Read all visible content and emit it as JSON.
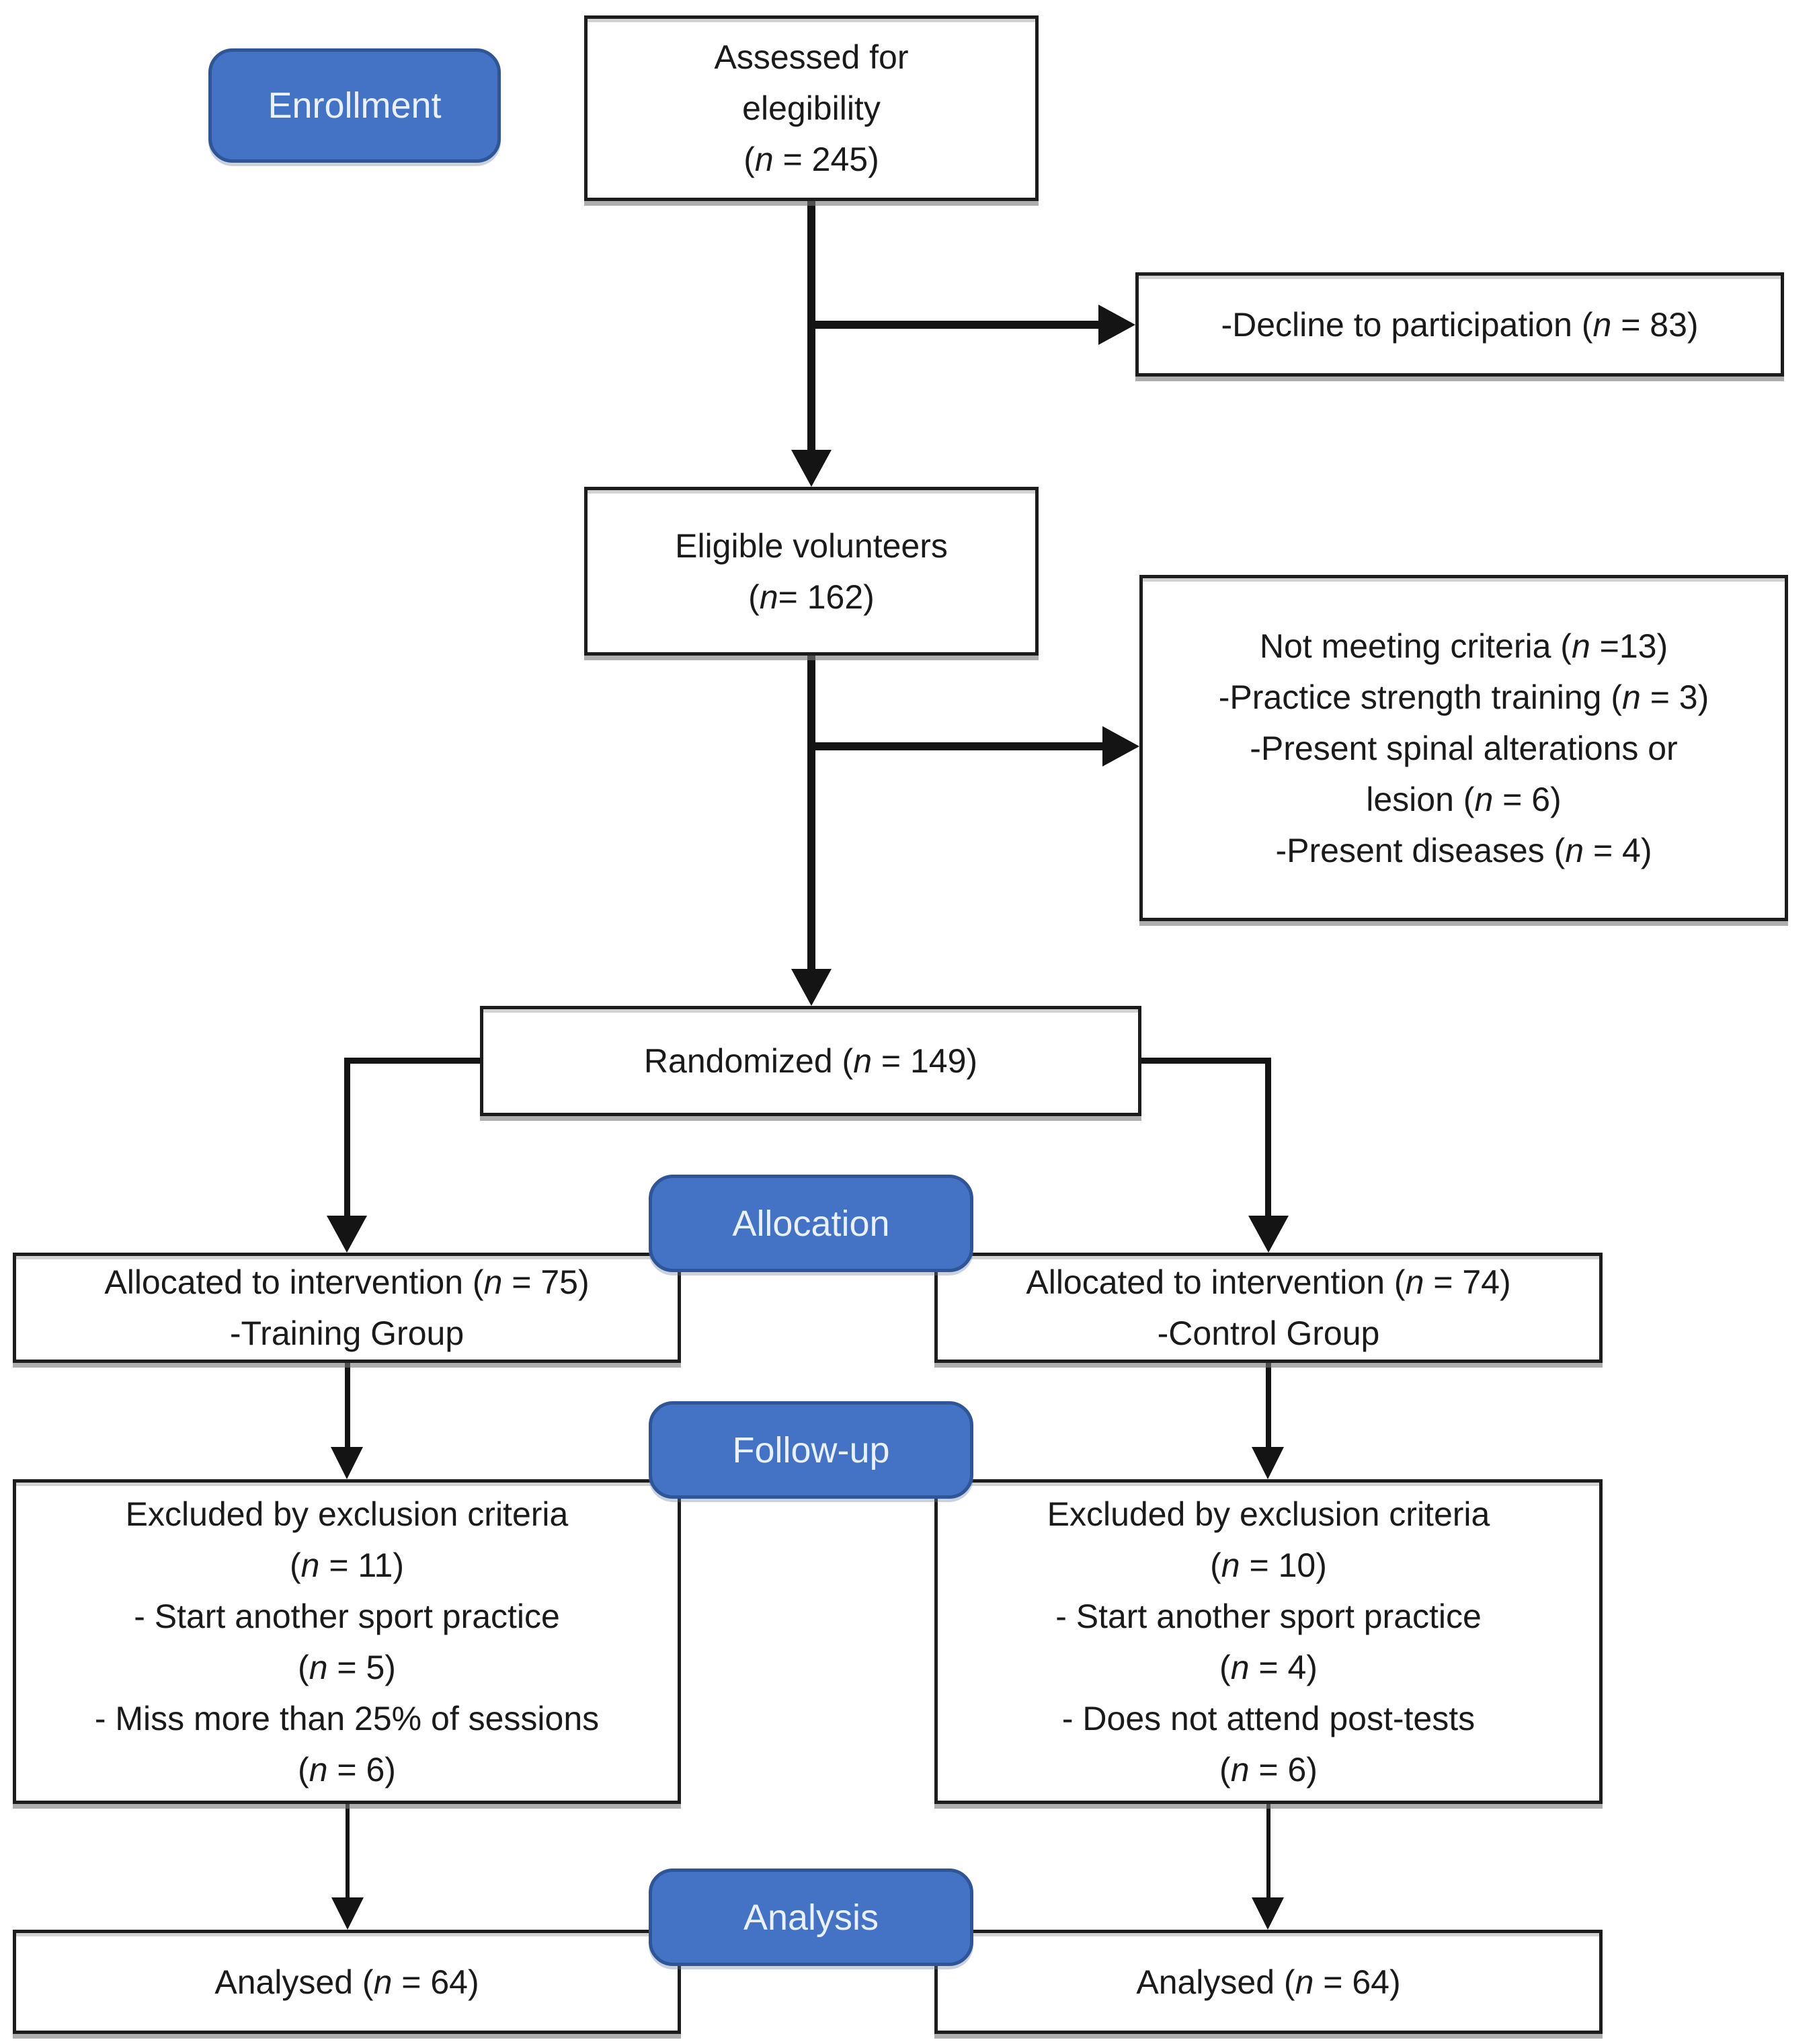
{
  "diagram": {
    "title_semantic": "CONSORT participant flow diagram",
    "colors": {
      "badge_fill": "#4472C4",
      "badge_border": "#2F5597",
      "badge_text": "#E8F1FD",
      "box_border": "#1C1C1C",
      "connector": "#141414",
      "background": "#FFFFFF"
    },
    "badges": {
      "enrollment": "Enrollment",
      "allocation": "Allocation",
      "followup": "Follow-up",
      "analysis": "Analysis"
    },
    "boxes": {
      "assessed": {
        "lines": [
          "Assessed for",
          "elegibility",
          "(n = 245)"
        ]
      },
      "declined": {
        "lines": [
          "-Decline to participation (n = 83)"
        ]
      },
      "eligible": {
        "lines": [
          "Eligible volunteers",
          "(n= 162)"
        ]
      },
      "not_meeting": {
        "lines": [
          "Not meeting criteria (n =13)",
          "-Practice strength training (n = 3)",
          "-Present spinal alterations or",
          "lesion (n = 6)",
          "-Present diseases (n = 4)"
        ]
      },
      "randomized": {
        "lines": [
          "Randomized (n = 149)"
        ]
      },
      "allocated_training": {
        "lines": [
          "Allocated to intervention (n = 75)",
          "-Training Group"
        ]
      },
      "allocated_control": {
        "lines": [
          "Allocated to intervention (n = 74)",
          "-Control Group"
        ]
      },
      "excluded_training": {
        "lines": [
          "Excluded by exclusion criteria",
          "(n = 11)",
          "- Start another sport practice",
          "(n = 5)",
          "- Miss more than 25% of sessions",
          "(n = 6)"
        ]
      },
      "excluded_control": {
        "lines": [
          "Excluded by exclusion criteria",
          "(n = 10)",
          "- Start another sport practice",
          "(n = 4)",
          "- Does not attend post-tests",
          "(n = 6)"
        ]
      },
      "analysed_training": {
        "lines": [
          "Analysed (n = 64)"
        ]
      },
      "analysed_control": {
        "lines": [
          "Analysed (n = 64)"
        ]
      }
    }
  }
}
